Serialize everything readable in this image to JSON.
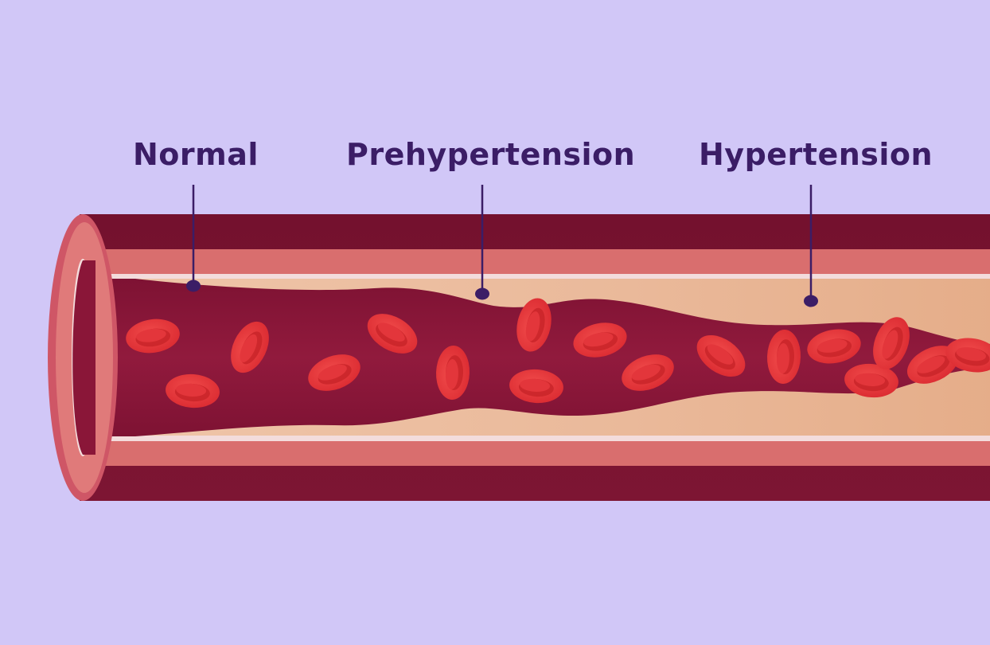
{
  "labels": {
    "normal": "Normal",
    "prehypertension": "Prehypertension",
    "hypertension": "Hypertension"
  },
  "colors": {
    "background": "#d1c7f7",
    "label_text": "#3b1d66",
    "vessel_outer": "#7a1332",
    "vessel_middle": "#d96e6e",
    "vessel_inner_line": "#f4dede",
    "plaque": "#ebbf9f",
    "blood": "#8a1638",
    "cell": "#e8353a",
    "cell_inner": "#cf2a30"
  },
  "icons": [
    "leader-line",
    "leader-dot",
    "red-blood-cell"
  ]
}
